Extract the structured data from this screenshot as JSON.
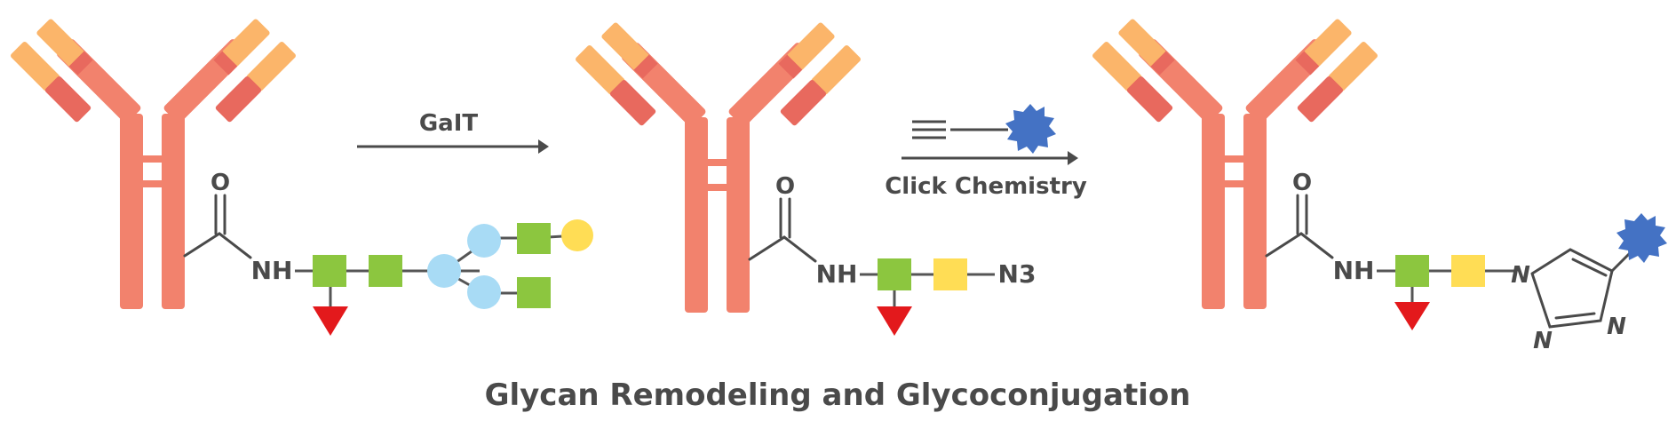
{
  "title": "Glycan Remodeling and Glycoconjugation",
  "steps": [
    {
      "arrow_label": "GaIT"
    },
    {
      "arrow_label": "Click Chemistry"
    }
  ],
  "labels": {
    "oxygen": "O",
    "amide": "NH",
    "azide": "N3",
    "nitrogen": "N"
  },
  "colors": {
    "antibody_heavy": "#f2826d",
    "antibody_light": "#fbb56a",
    "antibody_dark": "#e8695e",
    "glcnac_square": "#8cc63f",
    "galactose_square": "#ffdd55",
    "fucose_triangle": "#e3191c",
    "mannose_circle": "#a8dbf5",
    "galactose_circle": "#ffdd55",
    "payload_star": "#4472c4",
    "text": "#4a4a4a"
  },
  "icons": [
    "antibody-icon",
    "glcnac-square-icon",
    "fucose-triangle-icon",
    "mannose-circle-icon",
    "galactose-square-icon",
    "payload-star-icon",
    "triazole-ring-icon",
    "alkyne-icon"
  ]
}
